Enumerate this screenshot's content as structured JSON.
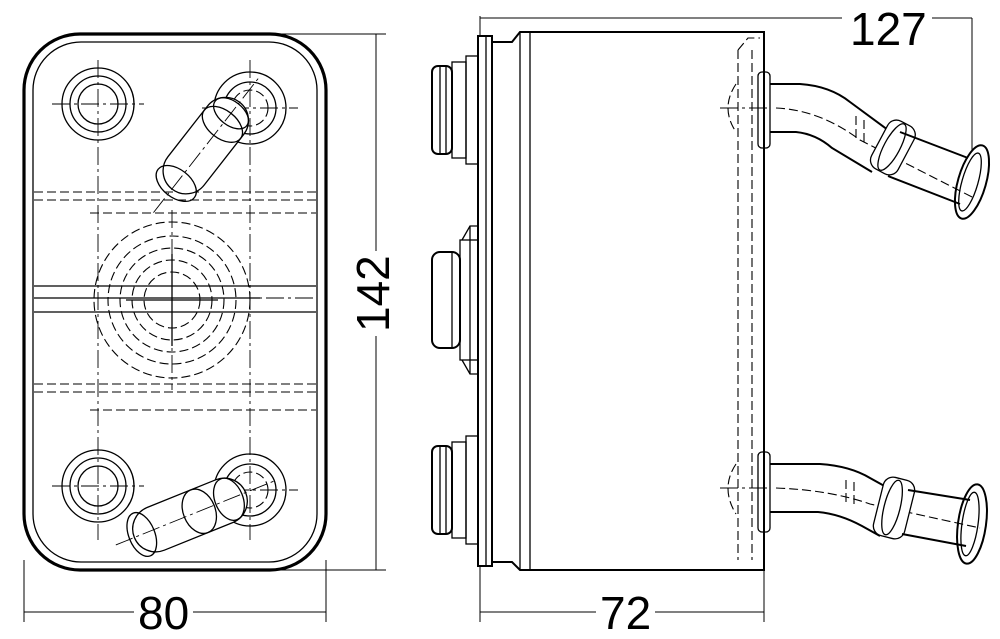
{
  "dimensions": {
    "width": "80",
    "depth": "72",
    "height": "142",
    "overall": "127"
  },
  "colors": {
    "line": "#000000",
    "background": "#ffffff"
  }
}
